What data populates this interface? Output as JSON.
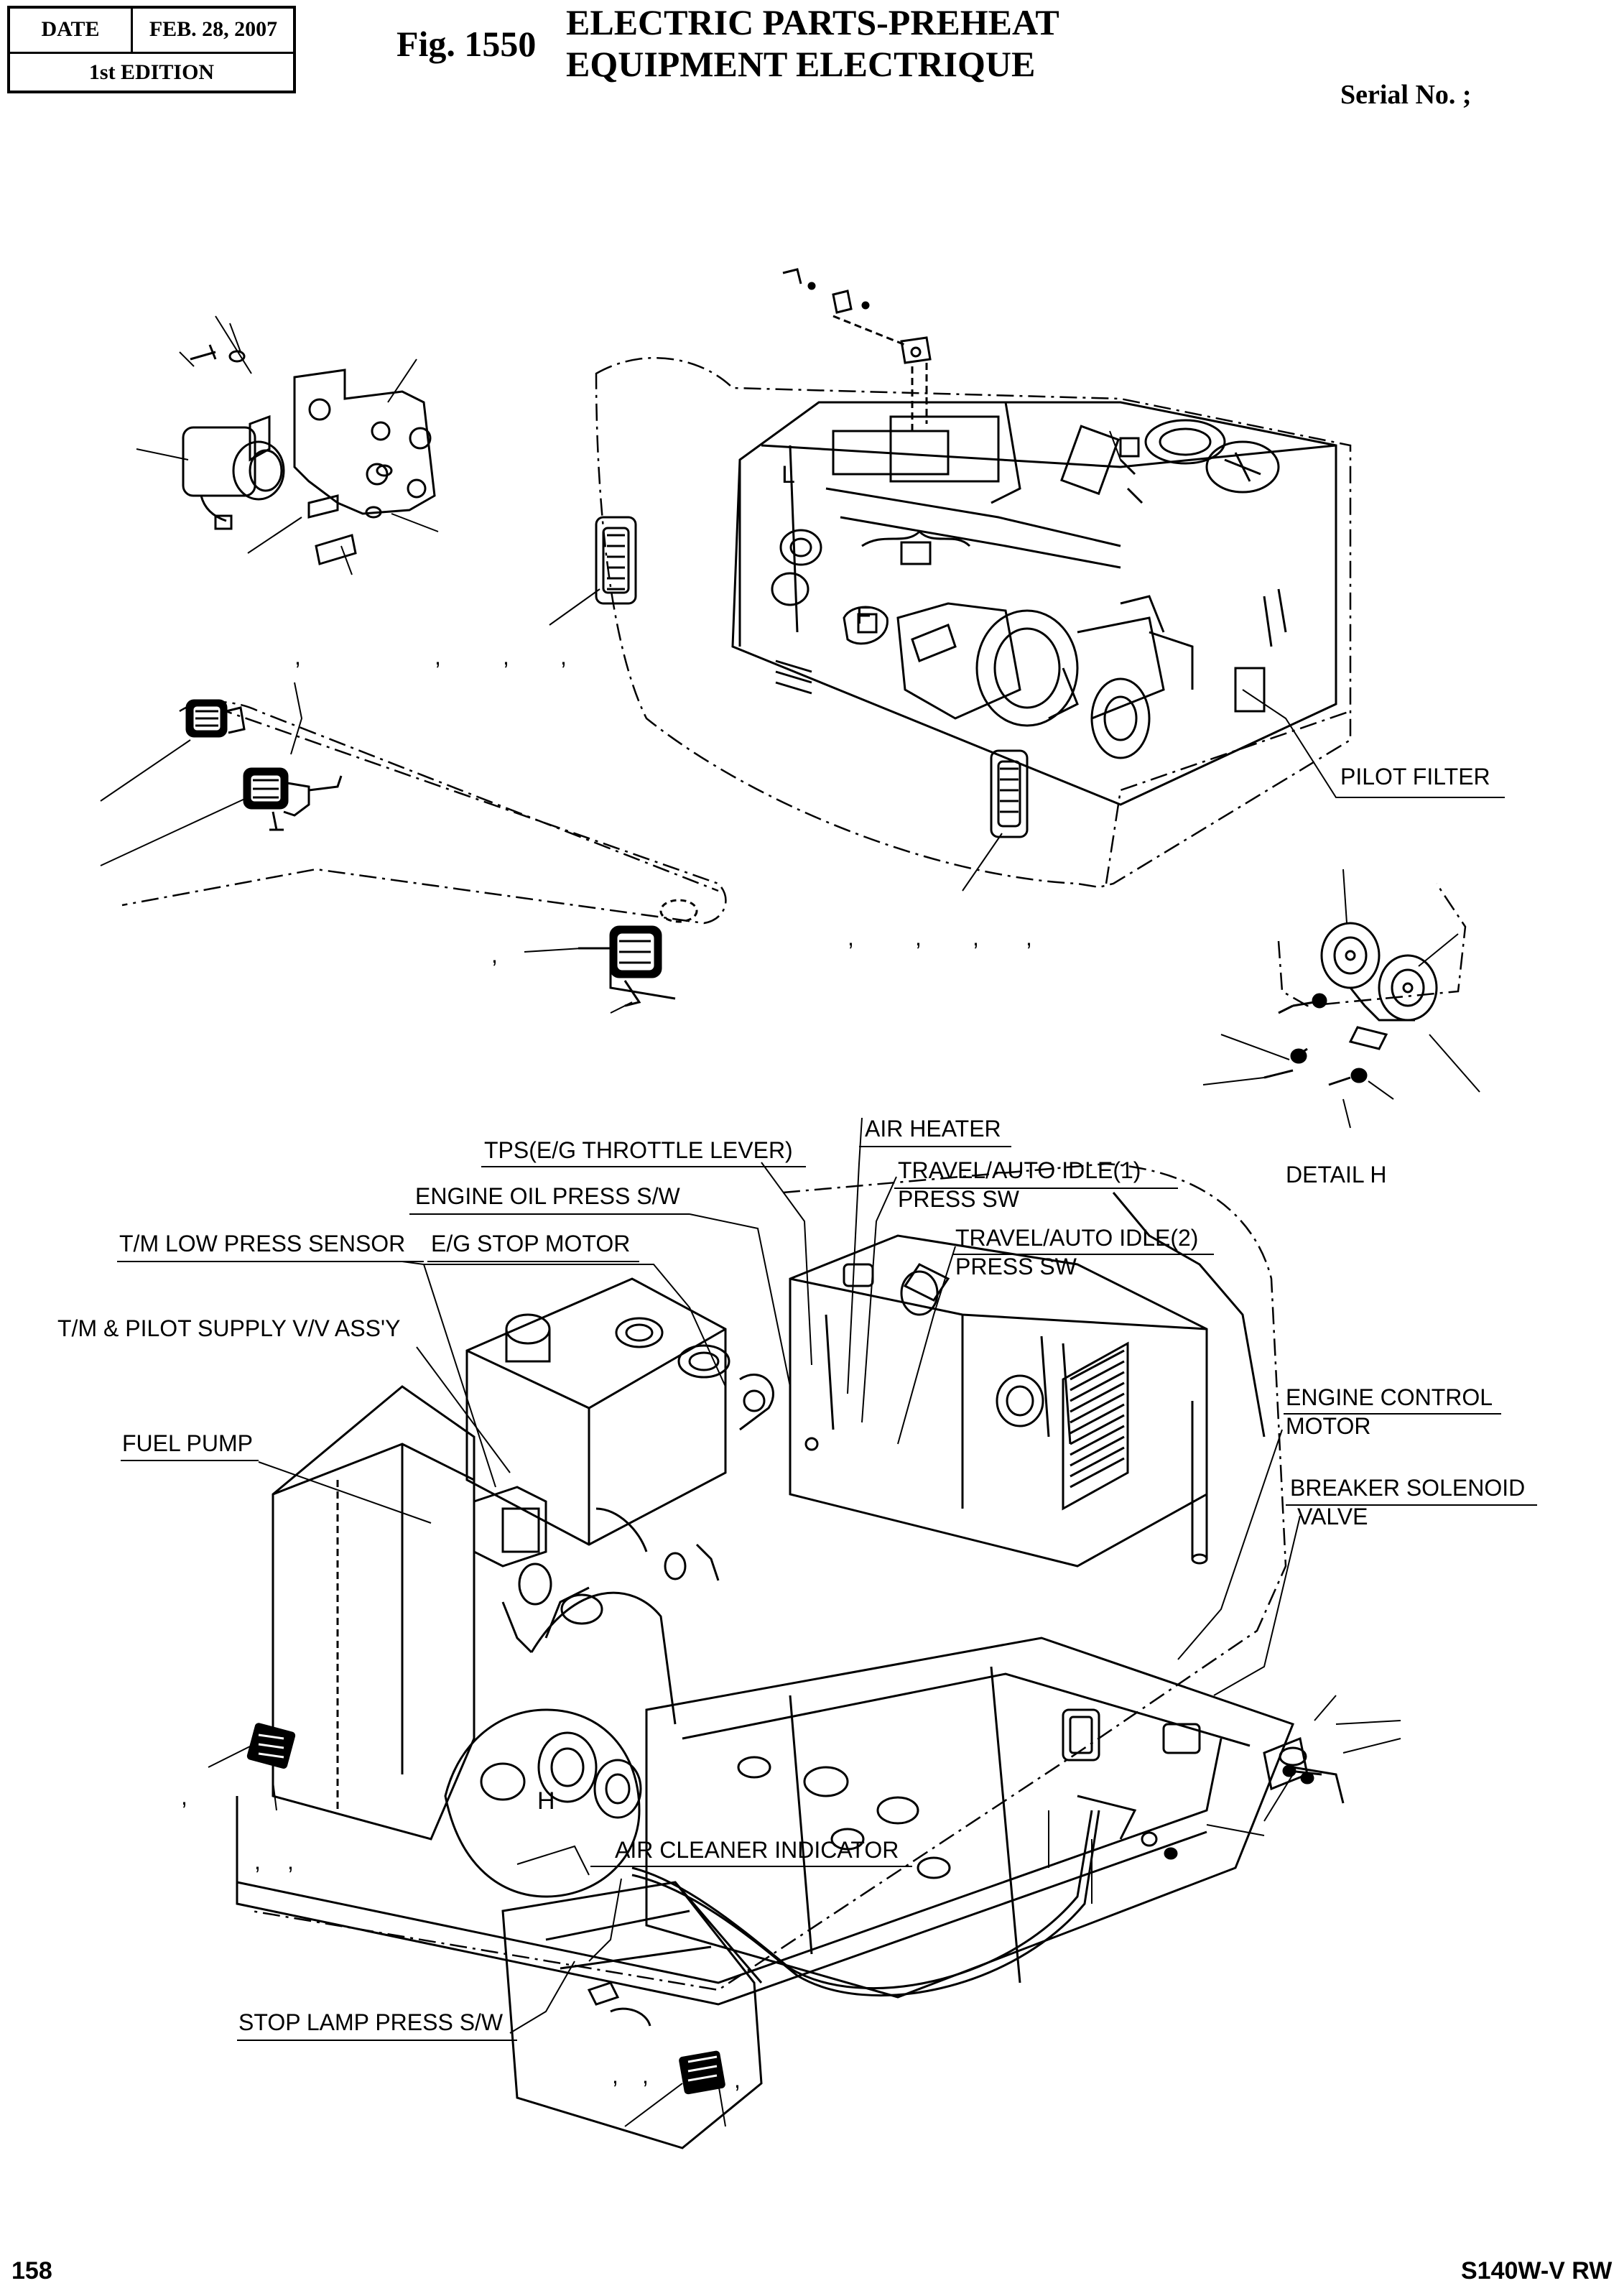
{
  "header": {
    "date_label": "DATE",
    "date_value": "FEB. 28, 2007",
    "edition": "1st EDITION",
    "fig_number": "Fig. 1550",
    "title_en": "ELECTRIC PARTS-PREHEAT",
    "title_fr": "EQUIPMENT ELECTRIQUE",
    "serial": "Serial No. ;"
  },
  "labels": {
    "pilot_filter": "PILOT FILTER",
    "detail_h": "DETAIL  H",
    "air_heater": "AIR HEATER",
    "tps": "TPS(E/G THROTTLE LEVER)",
    "travel1_a": "TRAVEL/AUTO IDLE(1)",
    "travel1_b": "PRESS SW",
    "engine_oil": "ENGINE OIL PRESS S/W",
    "travel2_a": "TRAVEL/AUTO IDLE(2)",
    "travel2_b": "PRESS SW",
    "tm_low": "T/M LOW PRESS SENSOR",
    "eg_stop": "E/G STOP MOTOR",
    "tm_pilot": "T/M & PILOT SUPPLY V/V ASS'Y",
    "engine_ctrl_a": "ENGINE CONTROL",
    "engine_ctrl_b": "MOTOR",
    "fuel_pump": "FUEL PUMP",
    "breaker_a": "BREAKER SOLENOID",
    "breaker_b": "VALVE",
    "air_cleaner": "AIR CLEANER INDICATOR",
    "stop_lamp": "STOP LAMP PRESS S/W",
    "callout_f": "F",
    "callout_l": "L",
    "callout_h": "H",
    "comma": ","
  },
  "footer": {
    "page_number": "158",
    "model": "S140W-V RW"
  }
}
